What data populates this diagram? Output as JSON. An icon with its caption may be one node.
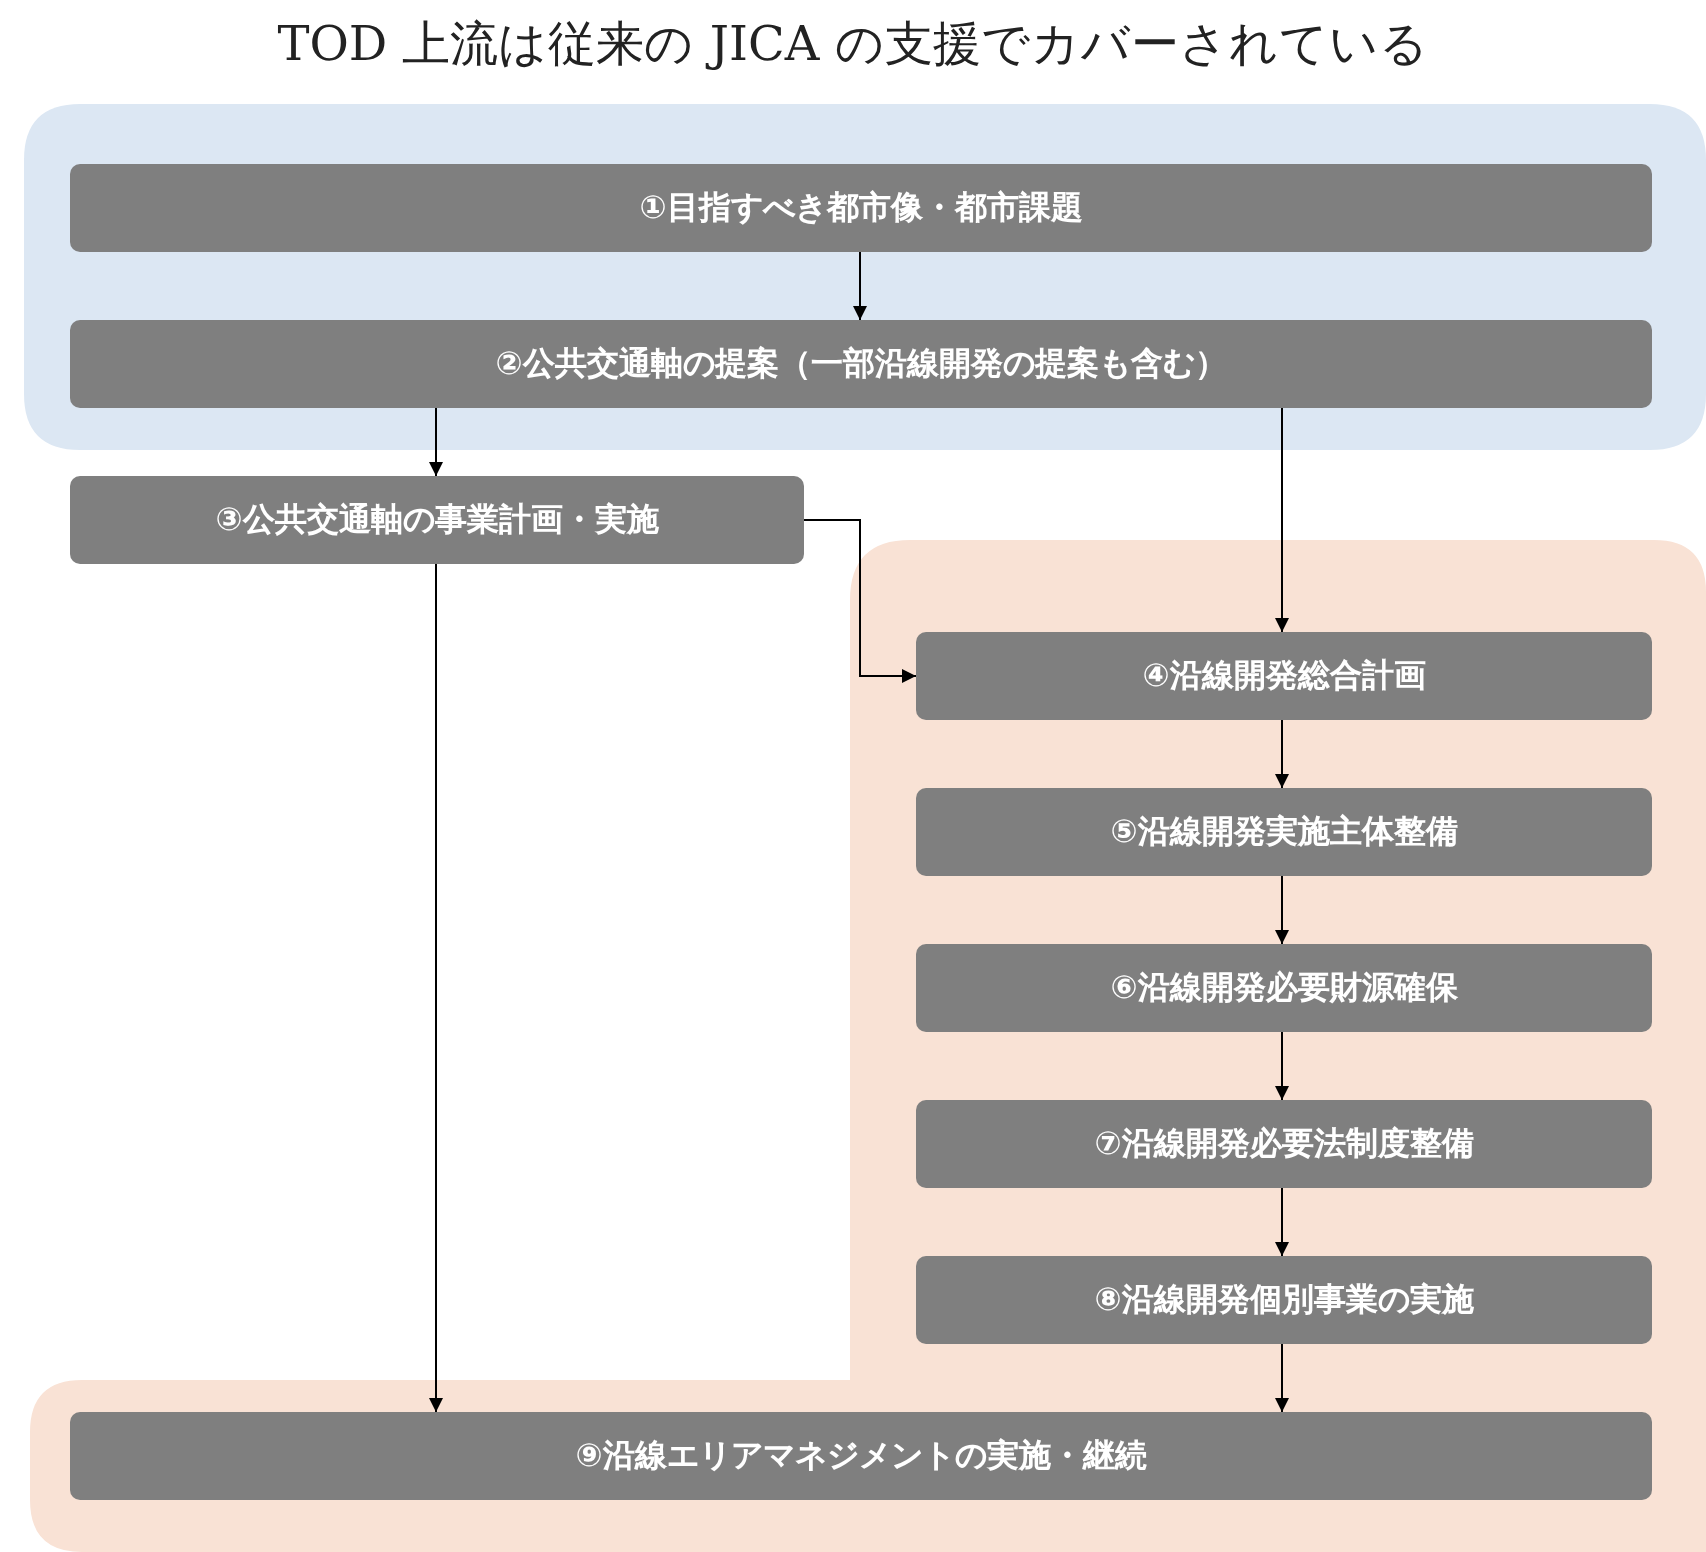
{
  "diagram": {
    "title": "TOD 上流は従来の JICA の支援でカバーされている",
    "nodes": [
      {
        "text": [],
        "shape": "box"
      },
      {
        "text": [
          "①目指すべき都市像・都市課題"
        ],
        "in": 0
      },
      {
        "text": [
          "②公共交通軸の提案（一部沿線開発の提案も含む）"
        ],
        "in": 0
      },
      {
        "text": [
          "③公共交通軸の事業計画・実施"
        ]
      },
      {
        "text": [],
        "shape": "box"
      },
      {
        "text": [
          "④沿線開発総合計画"
        ],
        "in": 4
      },
      {
        "text": [
          "⑤沿線開発実施主体整備"
        ],
        "in": 4
      },
      {
        "text": [
          "⑥沿線開発必要財源確保"
        ],
        "in": 4
      },
      {
        "text": [
          "⑦沿線開発必要法制度整備"
        ],
        "in": 4
      },
      {
        "text": [
          "⑧沿線開発個別事業の実施"
        ],
        "in": 4
      },
      {
        "text": [
          "⑨沿線エリアマネジメントの実施・継続"
        ],
        "in": 4
      }
    ],
    "edges": [
      {
        "from": 1,
        "to": 2,
        "arrow": "to"
      },
      {
        "from": 2,
        "to": 3,
        "arrow": "to"
      },
      {
        "from": 2,
        "to": 5,
        "arrow": "to"
      },
      {
        "from": 3,
        "to": 5,
        "arrow": "to"
      },
      {
        "from": 3,
        "to": 10,
        "arrow": "to"
      },
      {
        "from": 5,
        "to": 6,
        "arrow": "to"
      },
      {
        "from": 6,
        "to": 7,
        "arrow": "to"
      },
      {
        "from": 7,
        "to": 8,
        "arrow": "to"
      },
      {
        "from": 8,
        "to": 9,
        "arrow": "to"
      },
      {
        "from": 9,
        "to": 10,
        "arrow": "to"
      }
    ]
  }
}
